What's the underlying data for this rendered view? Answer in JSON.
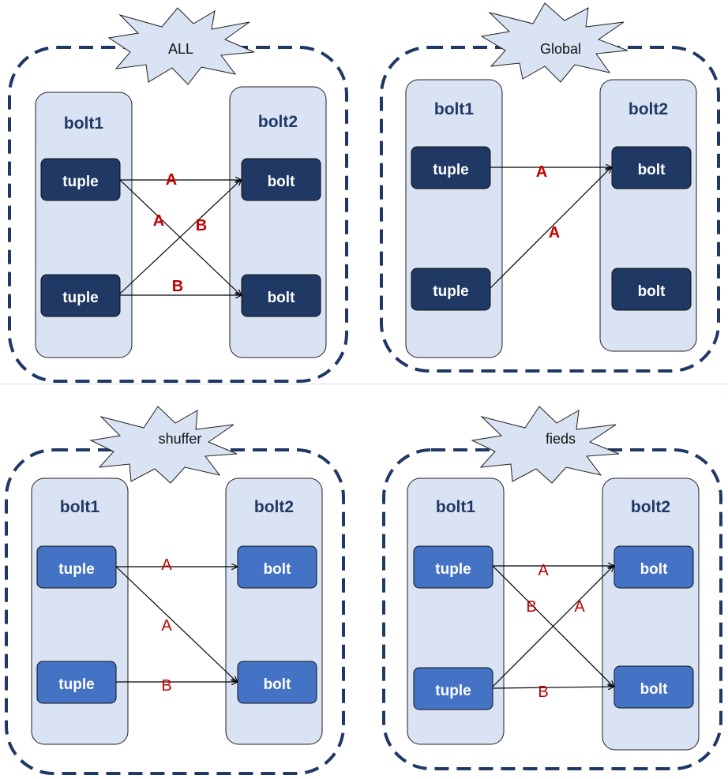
{
  "colors": {
    "frame_dash": "#1f3864",
    "column_fill": "#dae3f3",
    "column_stroke": "#1f1f1f",
    "node_dark": "#1f3864",
    "node_light": "#4472c4",
    "node_text": "#ffffff",
    "heading_text": "#1f3864",
    "label_red": "#c00000",
    "burst_fill": "#dae3f3",
    "burst_stroke": "#1f1f1f",
    "arrow": "#000000"
  },
  "panels": [
    {
      "id": "all",
      "title": "ALL",
      "left_column": {
        "heading": "bolt1",
        "items": [
          "tuple",
          "tuple"
        ]
      },
      "right_column": {
        "heading": "bolt2",
        "items": [
          "bolt",
          "bolt"
        ]
      },
      "edge_labels": [
        "A",
        "A",
        "B",
        "B"
      ]
    },
    {
      "id": "global",
      "title": "Global",
      "left_column": {
        "heading": "bolt1",
        "items": [
          "tuple",
          "tuple"
        ]
      },
      "right_column": {
        "heading": "bolt2",
        "items": [
          "bolt",
          "bolt"
        ]
      },
      "edge_labels": [
        "A",
        "A"
      ]
    },
    {
      "id": "shuffer",
      "title": "shuffer",
      "left_column": {
        "heading": "bolt1",
        "items": [
          "tuple",
          "tuple"
        ]
      },
      "right_column": {
        "heading": "bolt2",
        "items": [
          "bolt",
          "bolt"
        ]
      },
      "edge_labels": [
        "A",
        "A",
        "B"
      ]
    },
    {
      "id": "fieds",
      "title": "fieds",
      "left_column": {
        "heading": "bolt1",
        "items": [
          "tuple",
          "tuple"
        ]
      },
      "right_column": {
        "heading": "bolt2",
        "items": [
          "bolt",
          "bolt"
        ]
      },
      "edge_labels": [
        "A",
        "B",
        "A",
        "B"
      ]
    }
  ]
}
